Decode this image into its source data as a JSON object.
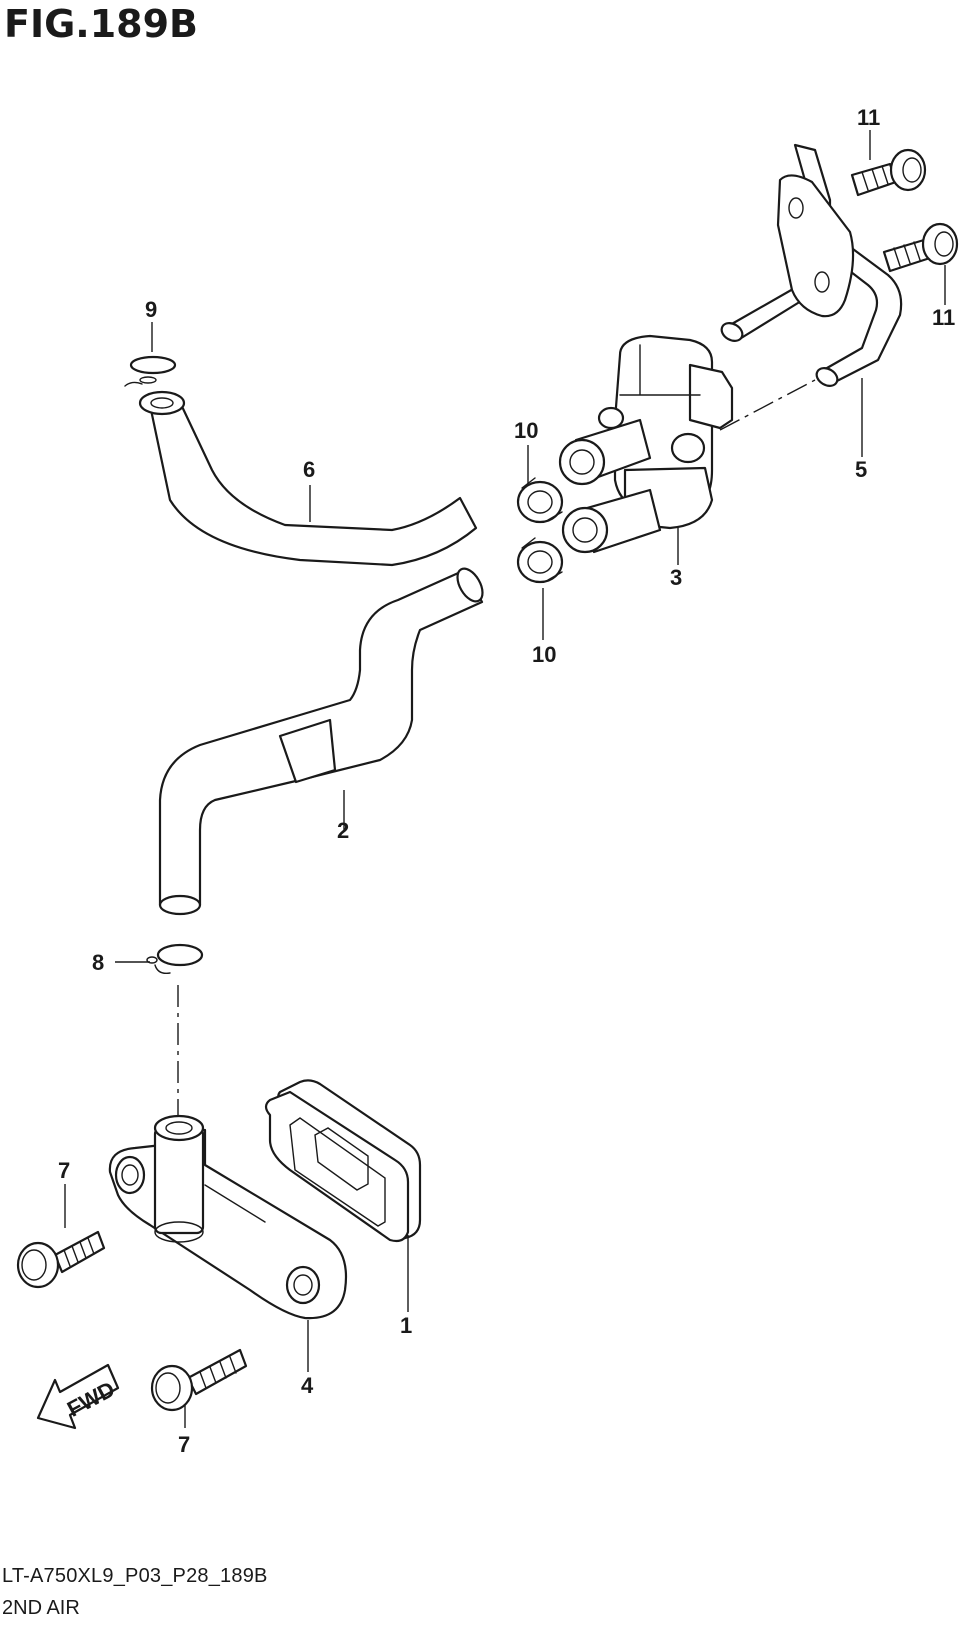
{
  "figure": {
    "title": "FIG.189B"
  },
  "callouts": [
    "1",
    "2",
    "3",
    "4",
    "5",
    "6",
    "7",
    "7",
    "8",
    "9",
    "10",
    "10",
    "11",
    "11"
  ],
  "fwd_label": "FWD",
  "footer": {
    "code": "LT-A750XL9_P03_P28_189B",
    "name": "2ND AIR"
  }
}
